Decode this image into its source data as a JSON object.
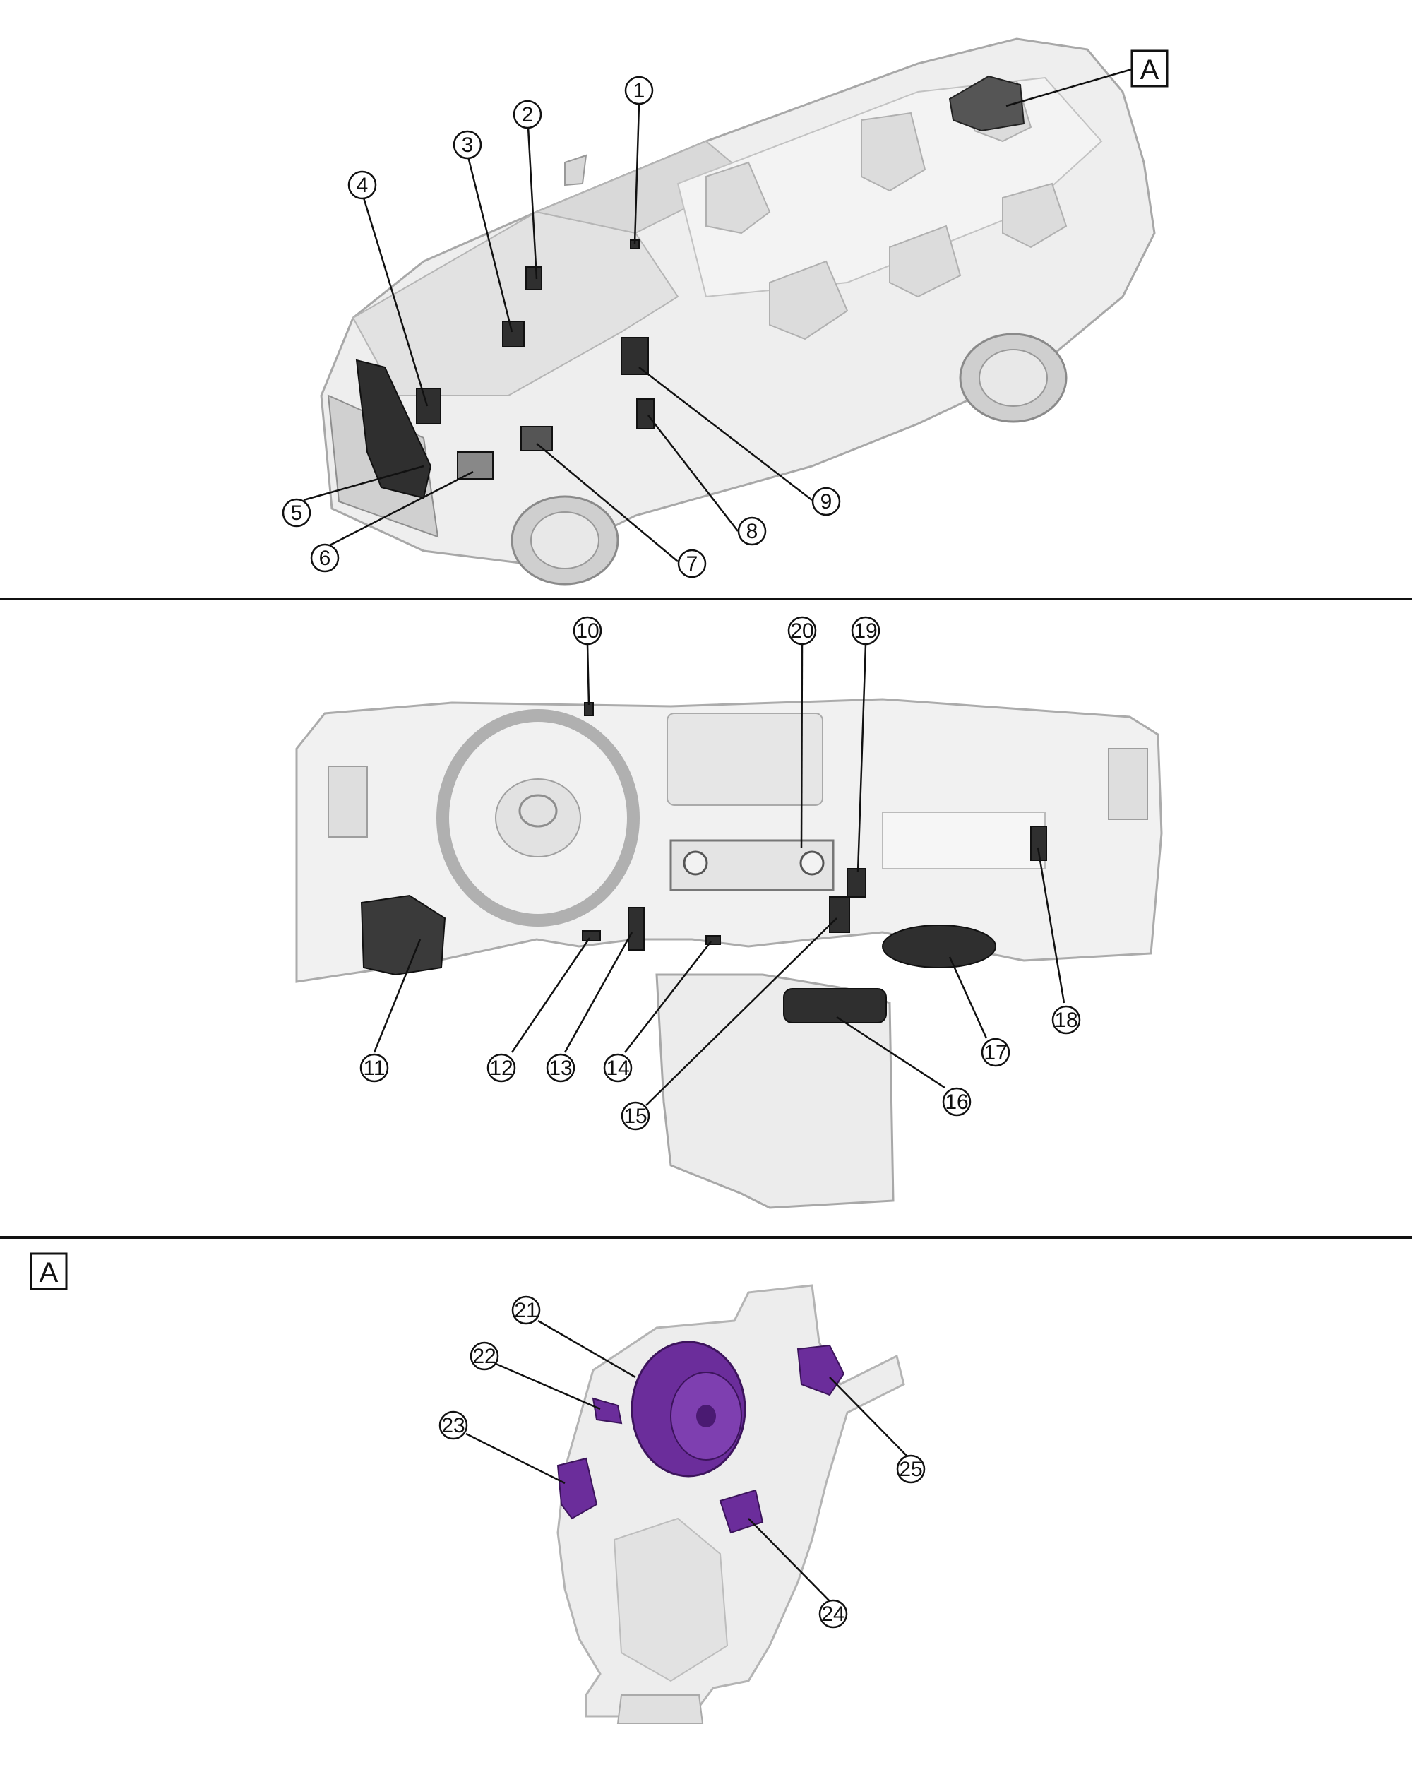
{
  "view_label": "A",
  "callouts": [
    {
      "id": "1",
      "label": "1",
      "panel": "vehicle"
    },
    {
      "id": "2",
      "label": "2",
      "panel": "vehicle"
    },
    {
      "id": "3",
      "label": "3",
      "panel": "vehicle"
    },
    {
      "id": "4",
      "label": "4",
      "panel": "vehicle"
    },
    {
      "id": "5",
      "label": "5",
      "panel": "vehicle"
    },
    {
      "id": "6",
      "label": "6",
      "panel": "vehicle"
    },
    {
      "id": "7",
      "label": "7",
      "panel": "vehicle"
    },
    {
      "id": "8",
      "label": "8",
      "panel": "vehicle"
    },
    {
      "id": "9",
      "label": "9",
      "panel": "vehicle"
    },
    {
      "id": "10",
      "label": "10",
      "panel": "dashboard"
    },
    {
      "id": "11",
      "label": "11",
      "panel": "dashboard"
    },
    {
      "id": "12",
      "label": "12",
      "panel": "dashboard"
    },
    {
      "id": "13",
      "label": "13",
      "panel": "dashboard"
    },
    {
      "id": "14",
      "label": "14",
      "panel": "dashboard"
    },
    {
      "id": "15",
      "label": "15",
      "panel": "dashboard"
    },
    {
      "id": "16",
      "label": "16",
      "panel": "dashboard"
    },
    {
      "id": "17",
      "label": "17",
      "panel": "dashboard"
    },
    {
      "id": "18",
      "label": "18",
      "panel": "dashboard"
    },
    {
      "id": "19",
      "label": "19",
      "panel": "dashboard"
    },
    {
      "id": "20",
      "label": "20",
      "panel": "dashboard"
    },
    {
      "id": "21",
      "label": "21",
      "panel": "hvac"
    },
    {
      "id": "22",
      "label": "22",
      "panel": "hvac"
    },
    {
      "id": "23",
      "label": "23",
      "panel": "hvac"
    },
    {
      "id": "24",
      "label": "24",
      "panel": "hvac"
    },
    {
      "id": "25",
      "label": "25",
      "panel": "hvac"
    }
  ],
  "colors": {
    "highlight": "#6b2d9b",
    "highlight_dark": "#4a1a72",
    "body_gray": "#e6e6e6",
    "outline_gray": "#9a9a9a",
    "component_dark": "#2b2b2b"
  }
}
